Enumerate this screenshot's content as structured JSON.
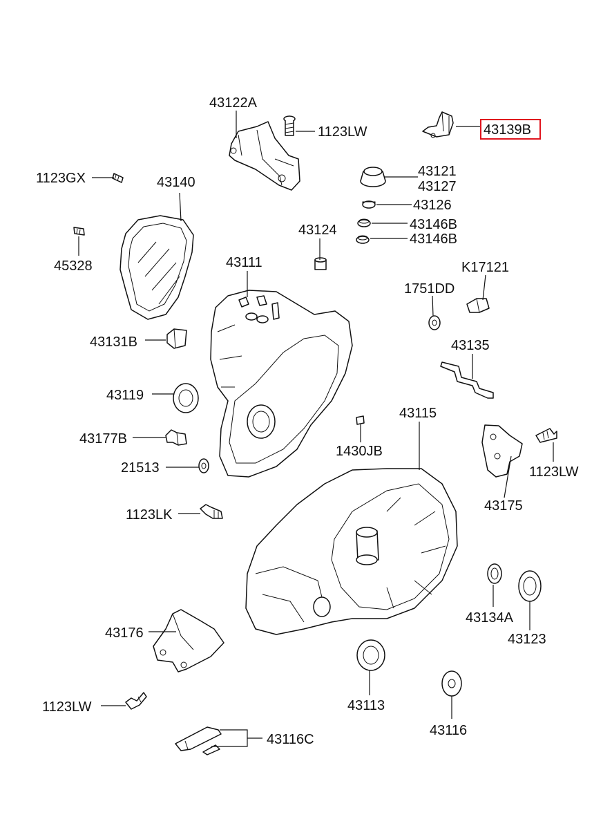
{
  "colors": {
    "highlight": "#e0141e",
    "ink": "#111111"
  },
  "labels": {
    "p43122A": "43122A",
    "p1123LW_top": "1123LW",
    "p43139B": "43139B",
    "p1123GX": "1123GX",
    "p43140": "43140",
    "p43121": "43121",
    "p43127": "43127",
    "p43126": "43126",
    "p43146B_a": "43146B",
    "p43146B_b": "43146B",
    "p43124": "43124",
    "p45328": "45328",
    "p43111": "43111",
    "pK17121": "K17121",
    "p1751DD": "1751DD",
    "p43131B": "43131B",
    "p43135": "43135",
    "p43119": "43119",
    "p43115": "43115",
    "p43177B": "43177B",
    "p1430JB": "1430JB",
    "p1123LW_right": "1123LW",
    "p21513": "21513",
    "p43175": "43175",
    "p1123LK": "1123LK",
    "p43134A": "43134A",
    "p43123": "43123",
    "p43176": "43176",
    "p43113": "43113",
    "p1123LW_bottom": "1123LW",
    "p43116": "43116",
    "p43116C": "43116C"
  }
}
